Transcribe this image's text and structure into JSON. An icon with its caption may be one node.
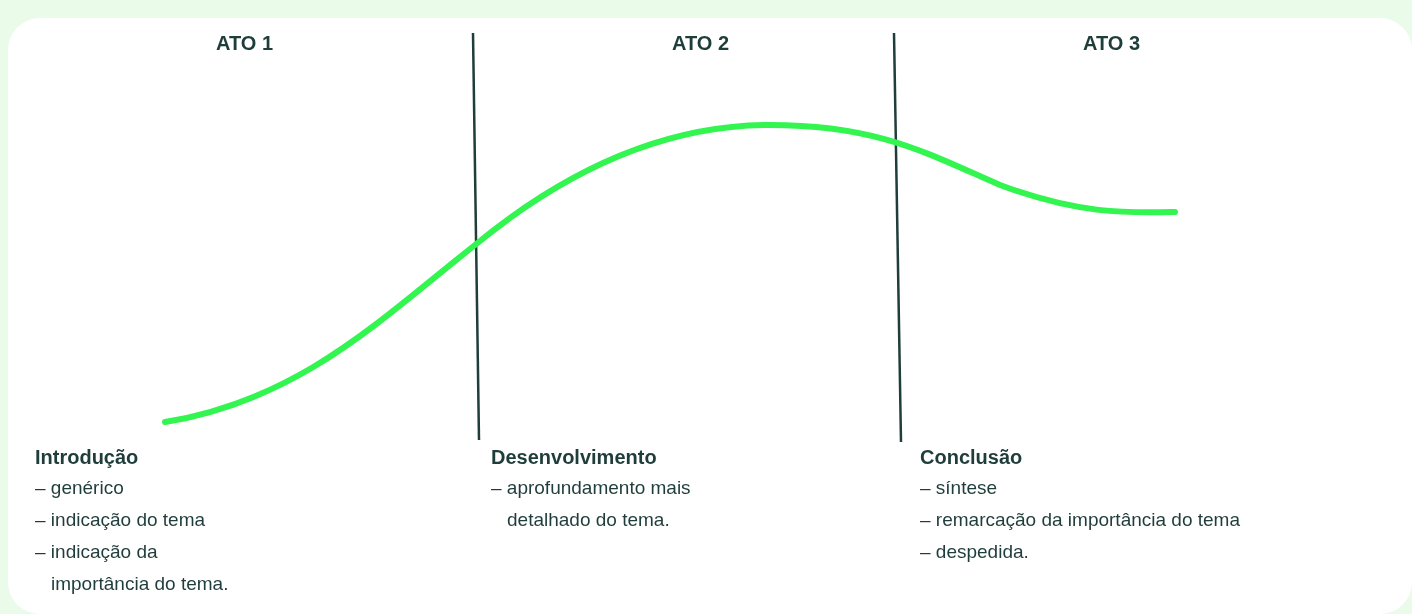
{
  "diagram": {
    "labels": [
      "ATO 1",
      "ATO 2",
      "ATO 3",
      "Introdução",
      "– genérico",
      "– indicação do tema",
      "– indicação da importância do tema.",
      "Desenvolvimento",
      "– aprofundamento mais detalhado do tema.",
      "Conclusão",
      "– síntese",
      "– remarcação da importância do tema",
      "– despedida."
    ]
  }
}
